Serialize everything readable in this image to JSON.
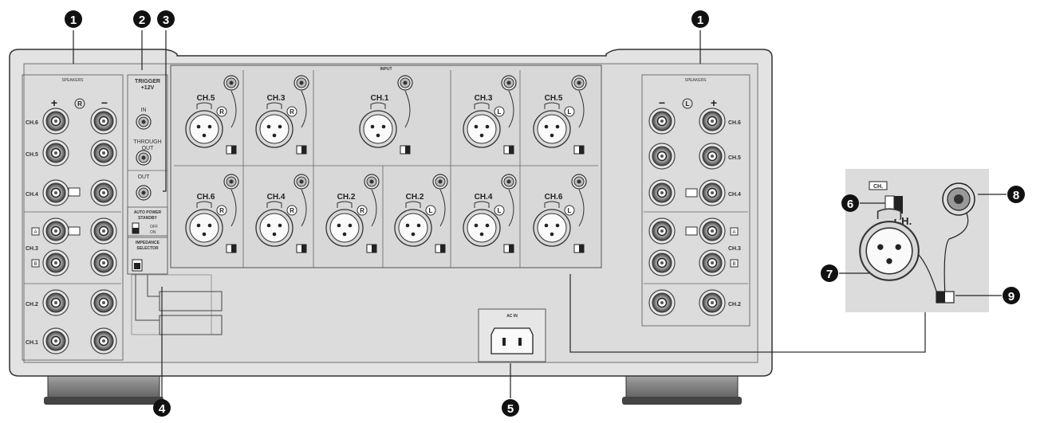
{
  "callouts": {
    "n1": "1",
    "n2": "2",
    "n3": "3",
    "n4": "4",
    "n5": "5",
    "n6": "6",
    "n7": "7",
    "n8": "8",
    "n9": "9"
  },
  "right_speakers": {
    "title": "SPEAKERS",
    "minus": "−",
    "side": "L",
    "plus": "+",
    "ch6": "CH.6",
    "ch5": "CH.5",
    "ch4": "CH.4",
    "ch3": "CH.3",
    "ch2": "CH.2",
    "a": "A",
    "b": "B"
  },
  "left_speakers": {
    "title": "SPEAKERS",
    "plus": "+",
    "side": "R",
    "minus": "−",
    "ch6": "CH.6",
    "ch5": "CH.5",
    "ch4": "CH.4",
    "ch3": "CH.3",
    "ch2": "CH.2",
    "ch1": "CH.1",
    "a": "A",
    "b": "B"
  },
  "trigger": {
    "title": "TRIGGER",
    "voltage": "+12V",
    "in": "IN",
    "through_line1": "THROUGH",
    "through_line2": "OUT",
    "out": "OUT"
  },
  "auto_power": {
    "title1": "AUTO POWER",
    "title2": "STANDBY",
    "off": "OFF",
    "on": "ON"
  },
  "impedance": {
    "title1": "IMPEDANCE",
    "title2": "SELECTOR"
  },
  "input": {
    "title": "INPUT",
    "top_row": [
      {
        "label": "CH.5",
        "side": "R"
      },
      {
        "label": "CH.3",
        "side": "R"
      },
      {
        "label": "CH.1",
        "side": ""
      },
      {
        "label": "CH.3",
        "side": "L"
      },
      {
        "label": "CH.5",
        "side": "L"
      }
    ],
    "bottom_row": [
      {
        "label": "CH.6",
        "side": "R"
      },
      {
        "label": "CH.4",
        "side": "R"
      },
      {
        "label": "CH.2",
        "side": "R"
      },
      {
        "label": "CH.2",
        "side": "L"
      },
      {
        "label": "CH.4",
        "side": "L"
      },
      {
        "label": "CH.6",
        "side": "L"
      }
    ]
  },
  "ac_in": {
    "label": "AC IN"
  },
  "detail": {
    "switch_label": "CH.",
    "ch": "CH."
  }
}
